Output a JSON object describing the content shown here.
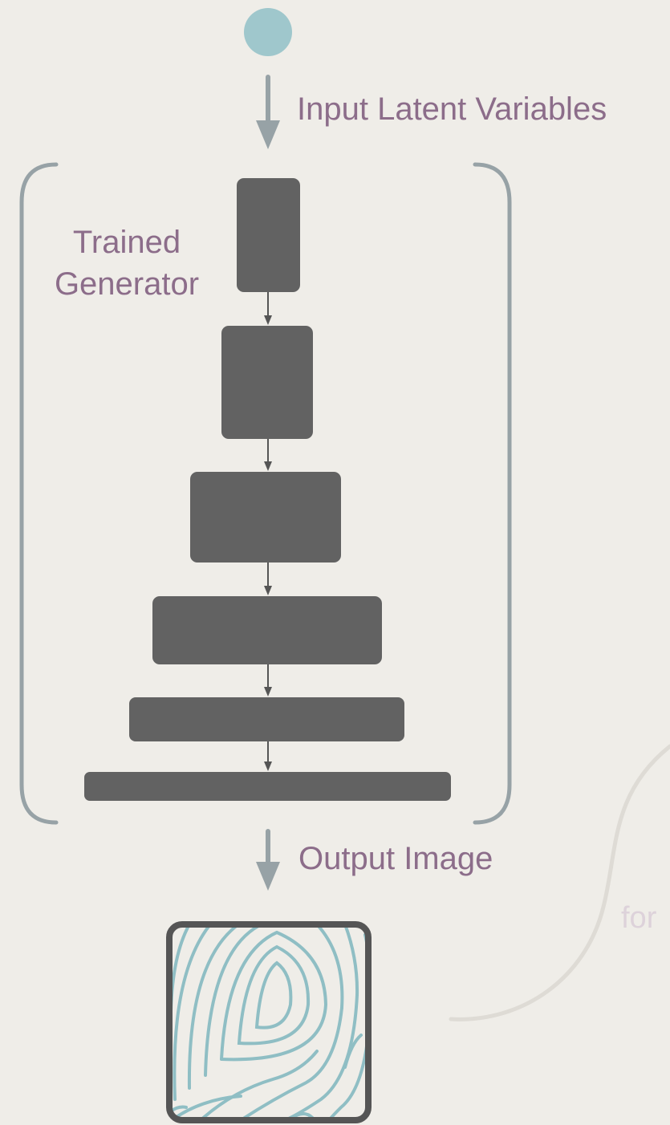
{
  "input": {
    "label": "Input Latent Variables",
    "node_color": "#9fc7cc"
  },
  "generator": {
    "label": "Trained Generator",
    "layer_color": "#626262",
    "layer_count": 6,
    "bracket_color": "#97a2a6"
  },
  "output": {
    "label": "Output Image",
    "frame_color": "#555555",
    "ridge_color": "#8fbec4"
  },
  "side_text": "for",
  "colors": {
    "background": "#efede8",
    "label_text": "#8c6d8a",
    "arrow": "#97a2a6"
  }
}
